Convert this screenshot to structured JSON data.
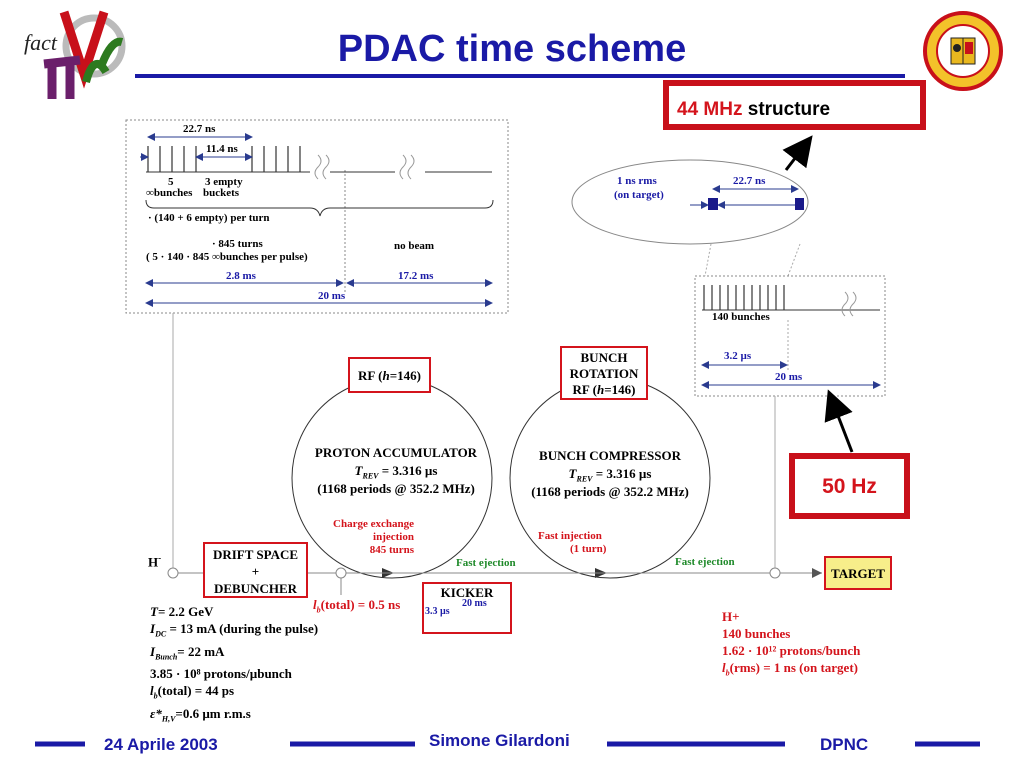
{
  "title": "PDAC time scheme",
  "logo_left": {
    "text": "fact"
  },
  "callouts": {
    "mhz_value": "44 MHz",
    "mhz_word": "structure",
    "hz": "50 Hz"
  },
  "top_timing": {
    "t_227": "22.7 ns",
    "t_114": "11.4 ns",
    "five": "5",
    "three_empty": "3 empty",
    "bunches": "∞bunches",
    "buckets": "buckets",
    "per_turn": "·  (140 + 6 empty) per turn",
    "turns": "·  845 turns",
    "per_pulse": "( 5 ·  140 ·  845 ∞bunches per pulse)",
    "no_beam": "no beam",
    "ms28": "2.8 ms",
    "ms172": "17.2 ms",
    "ms20": "20 ms"
  },
  "zoom": {
    "rms": "1 ns rms",
    "on_target": "(on target)",
    "t_227": "22.7 ns"
  },
  "right_timing": {
    "bunches140": "140 bunches",
    "us32": "3.2 µs",
    "ms20": "20 ms"
  },
  "rf_box": {
    "pre": "RF (",
    "h": "h",
    "post": "=146)"
  },
  "bunch_rot": {
    "l1": "BUNCH",
    "l2": "ROTATION",
    "l3pre": "RF (",
    "h": "h",
    "l3post": "=146)"
  },
  "accumulator": {
    "name": "PROTON ACCUMULATOR",
    "t": "T",
    "rev": "REV",
    "tval": " = 3.316 µs",
    "periods": "(1168 periods @ 352.2 MHz)"
  },
  "compressor": {
    "name": "BUNCH COMPRESSOR",
    "t": "T",
    "rev": "REV",
    "tval": " = 3.316 µs",
    "periods": "(1168 periods @ 352.2 MHz)"
  },
  "injection": {
    "charge1": "Charge exchange",
    "charge2": "injection",
    "charge3": "845 turns",
    "fast1": "Fast injection",
    "fast2": "(1 turn)"
  },
  "beamline": {
    "hminus": "H",
    "hminus_sup": "-",
    "drift1": "DRIFT SPACE",
    "drift2": "+",
    "drift3": "DEBUNCHER",
    "fast_ej1": "Fast ejection",
    "fast_ej2": "Fast ejection",
    "target": "TARGET",
    "lb_l": "l",
    "lb_sub": "b",
    "lb_text": "(total) = 0.5 ns"
  },
  "kicker": {
    "name": "KICKER",
    "ns20": "20 ms",
    "us33": "3.3 µs"
  },
  "params_left": [
    {
      "a": "T",
      "sub": "",
      "b": "= 2.2 GeV"
    },
    {
      "a": "I",
      "sub": "DC",
      "b": " = 13 mA (during the pulse)"
    },
    {
      "a": "I",
      "sub": "Bunch",
      "b": "= 22 mA"
    },
    {
      "a": "",
      "sub": "",
      "b": "3.85 ·  10⁸ protons/µbunch"
    },
    {
      "a": "l",
      "sub": "b",
      "b": "(total) = 44 ps"
    },
    {
      "a": "ε*",
      "sub": "H,V",
      "b": "=0.6 µm r.m.s"
    }
  ],
  "params_right": {
    "l1": "H+",
    "l2": "140 bunches",
    "l3": "1.62 ·  10¹² protons/bunch",
    "l4a": "l",
    "l4sub": "b",
    "l4b": "(rms) = 1 ns (on target)"
  },
  "footer": {
    "date": "24 Aprile 2003",
    "author": "Simone Gilardoni",
    "org": "DPNC"
  },
  "colors": {
    "title": "#1a1aa6",
    "red": "#d4141c",
    "green": "#1f8a2a",
    "target_bg": "#f7ee8a"
  }
}
